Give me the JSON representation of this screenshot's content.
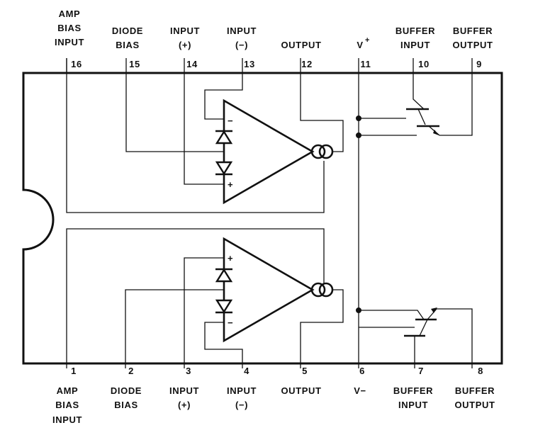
{
  "package": {
    "top_pins": [
      {
        "number": "16",
        "label": [
          "AMP",
          "BIAS",
          "INPUT"
        ]
      },
      {
        "number": "15",
        "label": [
          "DIODE",
          "BIAS"
        ]
      },
      {
        "number": "14",
        "label": [
          "INPUT",
          "(+)"
        ]
      },
      {
        "number": "13",
        "label": [
          "INPUT",
          "(−)"
        ]
      },
      {
        "number": "12",
        "label": [
          "OUTPUT"
        ]
      },
      {
        "number": "11",
        "label": [
          "V+"
        ]
      },
      {
        "number": "10",
        "label": [
          "BUFFER",
          "INPUT"
        ]
      },
      {
        "number": "9",
        "label": [
          "BUFFER",
          "OUTPUT"
        ]
      }
    ],
    "bottom_pins": [
      {
        "number": "1",
        "label": [
          "AMP",
          "BIAS",
          "INPUT"
        ]
      },
      {
        "number": "2",
        "label": [
          "DIODE",
          "BIAS"
        ]
      },
      {
        "number": "3",
        "label": [
          "INPUT",
          "(+)"
        ]
      },
      {
        "number": "4",
        "label": [
          "INPUT",
          "(−)"
        ]
      },
      {
        "number": "5",
        "label": [
          "OUTPUT"
        ]
      },
      {
        "number": "6",
        "label": [
          "V−"
        ]
      },
      {
        "number": "7",
        "label": [
          "BUFFER",
          "INPUT"
        ]
      },
      {
        "number": "8",
        "label": [
          "BUFFER",
          "OUTPUT"
        ]
      }
    ]
  },
  "amplifier_top": {
    "minus_sign": "−",
    "plus_sign": "+"
  },
  "amplifier_bottom": {
    "plus_sign": "+",
    "minus_sign": "−"
  }
}
